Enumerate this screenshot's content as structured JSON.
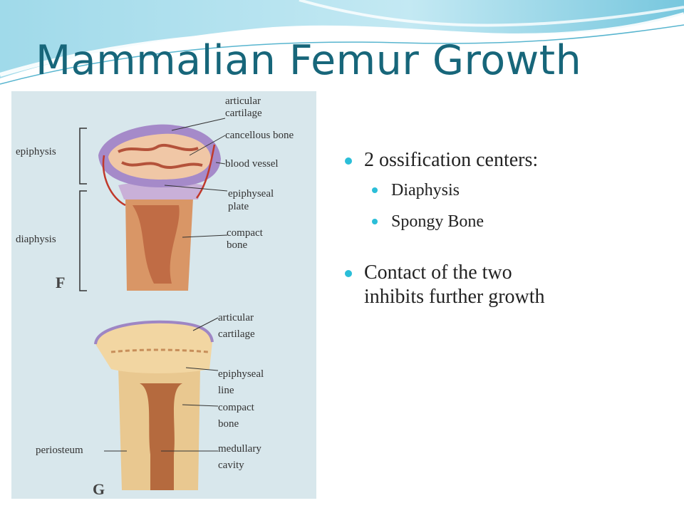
{
  "slide": {
    "title": "Mammalian Femur Growth"
  },
  "figure": {
    "labels_top": {
      "articular_cartilage_1": "articular",
      "articular_cartilage_2": "cartilage",
      "cancellous_bone": "cancellous bone",
      "blood_vessel": "blood vessel",
      "epiphyseal_plate_1": "epiphyseal",
      "epiphyseal_plate_2": "plate",
      "compact_bone_1": "compact",
      "compact_bone_2": "bone",
      "epiphysis": "epiphysis",
      "diaphysis": "diaphysis",
      "letter": "F"
    },
    "labels_bottom": {
      "articular_cartilage_1": "articular",
      "articular_cartilage_2": "cartilage",
      "epiphyseal_line_1": "epiphyseal",
      "epiphyseal_line_2": "line",
      "compact_bone_1": "compact",
      "compact_bone_2": "bone",
      "periosteum": "periosteum",
      "medullary_cavity_1": "medullary",
      "medullary_cavity_2": "cavity",
      "letter": "G"
    }
  },
  "bullets": [
    {
      "text": "2 ossification centers:",
      "children": [
        "Diaphysis",
        "Spongy Bone"
      ]
    },
    {
      "text_line1": "Contact of the two",
      "text_line2": "inhibits further growth"
    }
  ],
  "colors": {
    "title": "#17667a",
    "bullet_dot": "#2bbed8",
    "wave": "#8fd3e6"
  }
}
